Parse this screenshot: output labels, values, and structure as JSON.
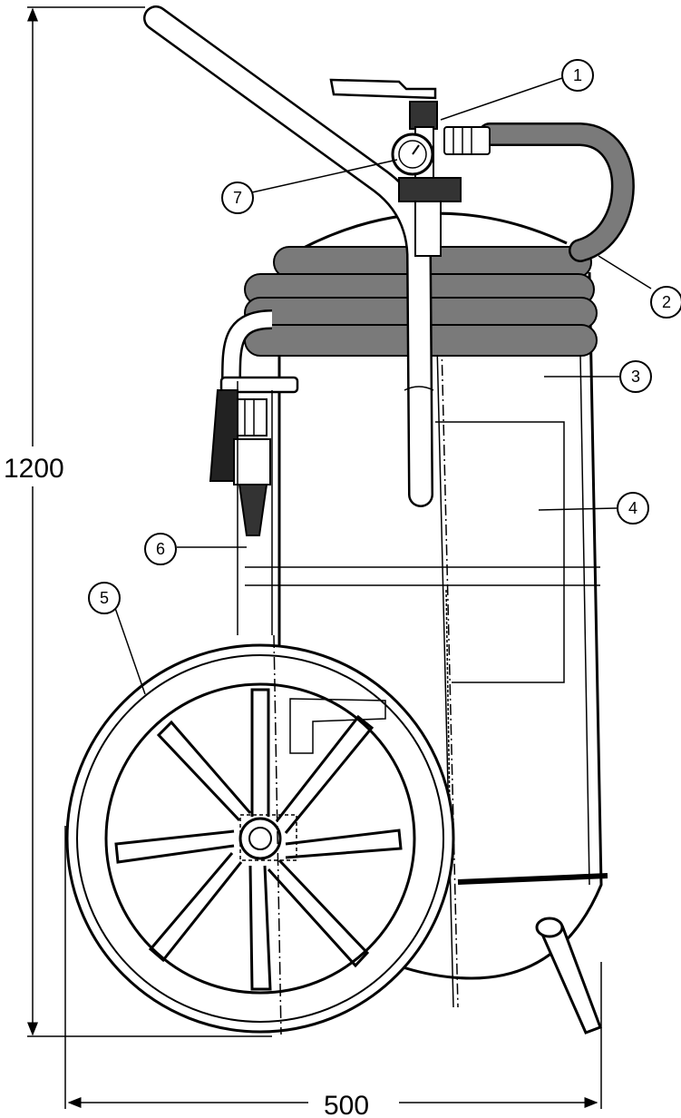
{
  "dimensions": {
    "height_label": "1200",
    "width_label": "500"
  },
  "callouts": [
    "1",
    "2",
    "3",
    "4",
    "5",
    "6",
    "7"
  ],
  "colors": {
    "line": "#000000",
    "hose": "#7a7a7a",
    "hose_dark": "#4a4a4a",
    "background": "#ffffff"
  }
}
